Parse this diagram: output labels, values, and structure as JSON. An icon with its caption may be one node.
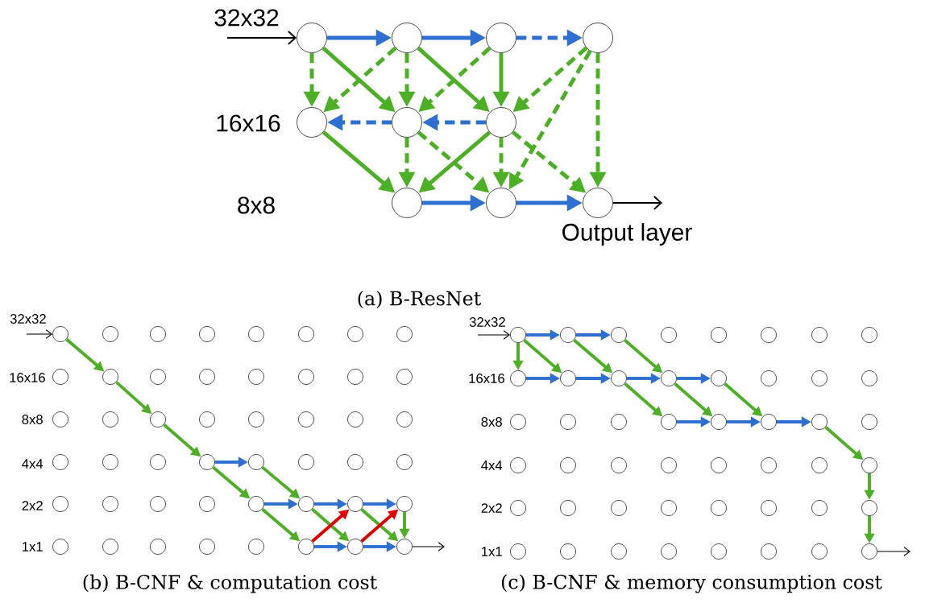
{
  "diagram": {
    "nodes": [
      {
        "text": [],
        "shape": "circle"
      },
      {
        "text": [],
        "shape": "circle"
      },
      {
        "text": [],
        "shape": "circle"
      },
      {
        "text": [],
        "shape": "circle"
      },
      {
        "text": [],
        "shape": "circle"
      },
      {
        "text": [],
        "shape": "circle"
      },
      {
        "text": [],
        "shape": "circle"
      },
      {
        "text": [],
        "shape": "circle"
      },
      {
        "text": [],
        "shape": "circle"
      },
      {
        "text": [],
        "shape": "circle"
      },
      {
        "text": [],
        "shape": "circle"
      },
      {
        "text": [],
        "shape": "circle"
      },
      {
        "text": [],
        "shape": "circle"
      },
      {
        "text": [],
        "shape": "circle"
      },
      {
        "text": [],
        "shape": "circle"
      },
      {
        "text": [],
        "shape": "circle"
      },
      {
        "text": [],
        "shape": "circle"
      },
      {
        "text": [],
        "shape": "circle"
      },
      {
        "text": [],
        "shape": "circle"
      },
      {
        "text": [],
        "shape": "circle"
      },
      {
        "text": [],
        "shape": "circle"
      },
      {
        "text": [],
        "shape": "circle"
      },
      {
        "text": [],
        "shape": "circle"
      },
      {
        "text": [],
        "shape": "circle"
      },
      {
        "text": [],
        "shape": "circle"
      },
      {
        "text": [],
        "shape": "circle"
      },
      {
        "text": [],
        "shape": "circle"
      },
      {
        "text": [],
        "shape": "circle"
      },
      {
        "text": [],
        "shape": "circle"
      },
      {
        "text": [],
        "shape": "circle"
      },
      {
        "text": [],
        "shape": "circle"
      },
      {
        "text": [],
        "shape": "circle"
      },
      {
        "text": [],
        "shape": "circle"
      },
      {
        "text": [],
        "shape": "circle"
      },
      {
        "text": [],
        "shape": "circle"
      },
      {
        "text": [],
        "shape": "circle"
      },
      {
        "text": [],
        "shape": "circle"
      },
      {
        "text": [],
        "shape": "circle"
      },
      {
        "text": [],
        "shape": "circle"
      },
      {
        "text": [],
        "shape": "circle"
      },
      {
        "text": [],
        "shape": "circle"
      },
      {
        "text": [],
        "shape": "circle"
      },
      {
        "text": [],
        "shape": "circle"
      },
      {
        "text": [],
        "shape": "circle"
      },
      {
        "text": [],
        "shape": "circle"
      },
      {
        "text": [],
        "shape": "circle"
      },
      {
        "text": [],
        "shape": "circle"
      },
      {
        "text": [],
        "shape": "circle"
      },
      {
        "text": [],
        "shape": "circle"
      },
      {
        "text": [],
        "shape": "circle"
      },
      {
        "text": [],
        "shape": "circle"
      },
      {
        "text": [],
        "shape": "circle"
      },
      {
        "text": [],
        "shape": "circle"
      },
      {
        "text": [],
        "shape": "circle"
      },
      {
        "text": [],
        "shape": "circle"
      },
      {
        "text": [],
        "shape": "circle"
      },
      {
        "text": [],
        "shape": "circle"
      },
      {
        "text": [],
        "shape": "circle"
      },
      {
        "text": [],
        "shape": "circle"
      },
      {
        "text": [],
        "shape": "circle"
      },
      {
        "text": [],
        "shape": "circle"
      },
      {
        "text": [],
        "shape": "circle"
      },
      {
        "text": [],
        "shape": "circle"
      },
      {
        "text": [],
        "shape": "circle"
      },
      {
        "text": [],
        "shape": "circle"
      },
      {
        "text": [],
        "shape": "circle"
      },
      {
        "text": [],
        "shape": "circle"
      },
      {
        "text": [],
        "shape": "circle"
      },
      {
        "text": [],
        "shape": "circle"
      },
      {
        "text": [],
        "shape": "circle"
      },
      {
        "text": [],
        "shape": "circle"
      },
      {
        "text": [],
        "shape": "circle"
      },
      {
        "text": [],
        "shape": "circle"
      },
      {
        "text": [],
        "shape": "circle"
      },
      {
        "text": [],
        "shape": "circle"
      },
      {
        "text": [],
        "shape": "circle"
      },
      {
        "text": [],
        "shape": "circle"
      },
      {
        "text": [],
        "shape": "circle"
      },
      {
        "text": [],
        "shape": "circle"
      },
      {
        "text": [],
        "shape": "circle"
      },
      {
        "text": [],
        "shape": "circle"
      },
      {
        "text": [],
        "shape": "circle"
      },
      {
        "text": [],
        "shape": "circle"
      },
      {
        "text": [],
        "shape": "circle"
      },
      {
        "text": [],
        "shape": "circle"
      },
      {
        "text": [],
        "shape": "circle"
      },
      {
        "text": [],
        "shape": "circle"
      },
      {
        "text": [],
        "shape": "circle"
      },
      {
        "text": [],
        "shape": "circle"
      },
      {
        "text": [],
        "shape": "circle"
      },
      {
        "text": [],
        "shape": "circle"
      },
      {
        "text": [],
        "shape": "circle"
      },
      {
        "text": [],
        "shape": "circle"
      },
      {
        "text": [],
        "shape": "circle"
      },
      {
        "text": [],
        "shape": "circle"
      },
      {
        "text": [],
        "shape": "circle"
      },
      {
        "text": [],
        "shape": "circle"
      },
      {
        "text": [],
        "shape": "circle"
      },
      {
        "text": [],
        "shape": "circle"
      },
      {
        "text": [],
        "shape": "circle"
      },
      {
        "text": [],
        "shape": "circle"
      },
      {
        "text": [],
        "shape": "circle"
      },
      {
        "text": [],
        "shape": "circle"
      },
      {
        "text": [],
        "shape": "circle"
      },
      {
        "text": [],
        "shape": "circle"
      },
      {
        "text": [],
        "shape": "circle"
      }
    ],
    "edges": [
      {
        "from": null,
        "to": 0,
        "arrow": "to",
        "color": "#000000"
      },
      {
        "from": 0,
        "to": 1,
        "arrow": "to",
        "color": "#2e6fd1"
      },
      {
        "from": 1,
        "to": 2,
        "arrow": "to",
        "color": "#2e6fd1"
      },
      {
        "from": 2,
        "to": 3,
        "arrow": "to",
        "color": "#2e6fd1",
        "style": "dashed"
      },
      {
        "from": 0,
        "to": 4,
        "arrow": "to",
        "style": "dashed"
      },
      {
        "from": 0,
        "to": 5,
        "arrow": "to"
      },
      {
        "from": 1,
        "to": 4,
        "arrow": "to",
        "style": "dashed"
      },
      {
        "from": 1,
        "to": 5,
        "arrow": "to",
        "style": "dashed"
      },
      {
        "from": 1,
        "to": 6,
        "arrow": "to"
      },
      {
        "from": 2,
        "to": 5,
        "arrow": "to",
        "style": "dashed"
      },
      {
        "from": 2,
        "to": 6,
        "arrow": "to"
      },
      {
        "from": 3,
        "to": 6,
        "arrow": "to",
        "style": "dashed"
      },
      {
        "from": 3,
        "to": 8,
        "arrow": "to",
        "style": "dashed"
      },
      {
        "from": 3,
        "to": 9,
        "arrow": "to",
        "style": "dashed"
      },
      {
        "from": 5,
        "to": 4,
        "arrow": "to",
        "color": "#2e6fd1",
        "style": "dashed"
      },
      {
        "from": 6,
        "to": 5,
        "arrow": "to",
        "color": "#2e6fd1",
        "style": "dashed"
      },
      {
        "from": 4,
        "to": 7,
        "arrow": "to"
      },
      {
        "from": 5,
        "to": 7,
        "arrow": "to",
        "style": "dashed"
      },
      {
        "from": 5,
        "to": 8,
        "arrow": "to",
        "style": "dashed"
      },
      {
        "from": 6,
        "to": 7,
        "arrow": "to"
      },
      {
        "from": 6,
        "to": 8,
        "arrow": "to",
        "style": "dashed"
      },
      {
        "from": 6,
        "to": 9,
        "arrow": "to",
        "style": "dashed"
      },
      {
        "from": 7,
        "to": 8,
        "arrow": "to",
        "color": "#2e6fd1"
      },
      {
        "from": 8,
        "to": 9,
        "arrow": "to",
        "color": "#2e6fd1"
      },
      {
        "from": 9,
        "to": null,
        "arrow": "to",
        "color": "#000000"
      },
      {
        "from": null,
        "to": 10,
        "arrow": "to",
        "color": "#000000"
      },
      {
        "from": 10,
        "to": 19,
        "arrow": "to"
      },
      {
        "from": 19,
        "to": 28,
        "arrow": "to"
      },
      {
        "from": 28,
        "to": 37,
        "arrow": "to"
      },
      {
        "from": 37,
        "to": 38,
        "arrow": "to",
        "color": "#2e6fd1"
      },
      {
        "from": 37,
        "to": 46,
        "arrow": "to"
      },
      {
        "from": 38,
        "to": 47,
        "arrow": "to"
      },
      {
        "from": 46,
        "to": 47,
        "arrow": "to",
        "color": "#2e6fd1"
      },
      {
        "from": 47,
        "to": 48,
        "arrow": "to",
        "color": "#2e6fd1"
      },
      {
        "from": 48,
        "to": 49,
        "arrow": "to",
        "color": "#2e6fd1"
      },
      {
        "from": 46,
        "to": 55,
        "arrow": "to"
      },
      {
        "from": 47,
        "to": 56,
        "arrow": "to"
      },
      {
        "from": 48,
        "to": 57,
        "arrow": "to"
      },
      {
        "from": 49,
        "to": 57,
        "arrow": "to"
      },
      {
        "from": 55,
        "to": 56,
        "arrow": "to",
        "color": "#2e6fd1"
      },
      {
        "from": 56,
        "to": 57,
        "arrow": "to",
        "color": "#2e6fd1"
      },
      {
        "from": 55,
        "to": 48,
        "arrow": "to",
        "color": "#e00000"
      },
      {
        "from": 56,
        "to": 49,
        "arrow": "to",
        "color": "#e00000"
      },
      {
        "from": 57,
        "to": null,
        "arrow": "to",
        "color": "#000000"
      },
      {
        "from": null,
        "to": 58,
        "arrow": "to",
        "color": "#000000"
      },
      {
        "from": 58,
        "to": 59,
        "arrow": "to",
        "color": "#2e6fd1"
      },
      {
        "from": 59,
        "to": 60,
        "arrow": "to",
        "color": "#2e6fd1"
      },
      {
        "from": 58,
        "to": 66,
        "arrow": "to"
      },
      {
        "from": 58,
        "to": 67,
        "arrow": "to"
      },
      {
        "from": 59,
        "to": 68,
        "arrow": "to"
      },
      {
        "from": 60,
        "to": 69,
        "arrow": "to"
      },
      {
        "from": 66,
        "to": 67,
        "arrow": "to",
        "color": "#2e6fd1"
      },
      {
        "from": 67,
        "to": 68,
        "arrow": "to",
        "color": "#2e6fd1"
      },
      {
        "from": 68,
        "to": 69,
        "arrow": "to",
        "color": "#2e6fd1"
      },
      {
        "from": 69,
        "to": 70,
        "arrow": "to",
        "color": "#2e6fd1"
      },
      {
        "from": 68,
        "to": 77,
        "arrow": "to"
      },
      {
        "from": 69,
        "to": 78,
        "arrow": "to"
      },
      {
        "from": 70,
        "to": 79,
        "arrow": "to"
      },
      {
        "from": 77,
        "to": 78,
        "arrow": "to",
        "color": "#2e6fd1"
      },
      {
        "from": 78,
        "to": 79,
        "arrow": "to",
        "color": "#2e6fd1"
      },
      {
        "from": 79,
        "to": 80,
        "arrow": "to",
        "color": "#2e6fd1"
      },
      {
        "from": 80,
        "to": 89,
        "arrow": "to"
      },
      {
        "from": 89,
        "to": 97,
        "arrow": "to"
      },
      {
        "from": 97,
        "to": 105,
        "arrow": "to"
      },
      {
        "from": 105,
        "to": null,
        "arrow": "to",
        "color": "#000000"
      }
    ],
    "labels": [
      "32x32",
      "16x16",
      "8x8",
      "Output layer",
      "(a) B-ResNet",
      "32x32",
      "16x16",
      "8x8",
      "4x4",
      "2x2",
      "1x1",
      "(b) B-CNF & computation cost",
      "32x32",
      "16x16",
      "8x8",
      "4x4",
      "2x2",
      "1x1",
      "(c) B-CNF & memory consumption cost"
    ]
  }
}
